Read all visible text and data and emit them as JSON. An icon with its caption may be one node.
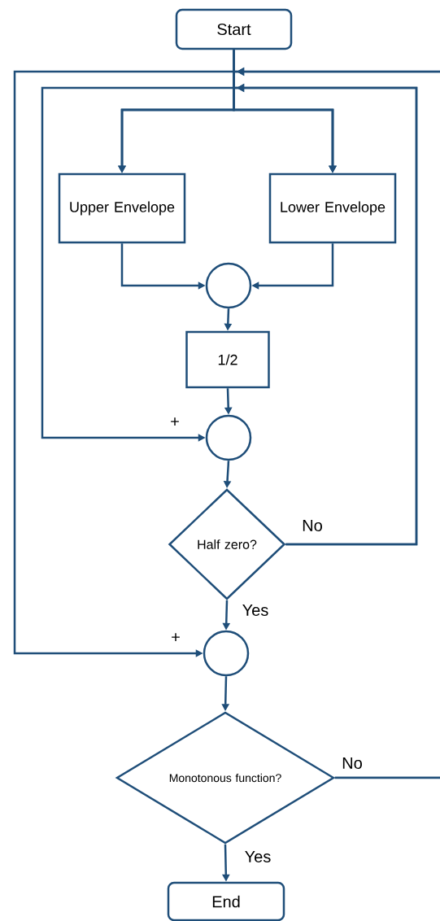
{
  "diagram": {
    "nodes": [
      {
        "text": [
          "Start"
        ]
      },
      {
        "text": [
          "Upper Envelope"
        ]
      },
      {
        "text": [
          "Lower Envelope"
        ]
      },
      {
        "text": [],
        "shape": "circle"
      },
      {
        "text": [
          "1/2"
        ]
      },
      {
        "text": [],
        "shape": "circle"
      },
      {
        "text": [
          "Half zero?"
        ]
      },
      {
        "text": [],
        "shape": "circle"
      },
      {
        "text": [
          "Monotonous function?"
        ]
      },
      {
        "text": [
          "End"
        ]
      }
    ],
    "edges": [
      {
        "from": 0,
        "to": 1,
        "arrow": "to"
      },
      {
        "from": 0,
        "to": 2,
        "arrow": "to"
      },
      {
        "from": 0,
        "to": 7,
        "arrow": "to",
        "label": "+"
      },
      {
        "from": 0,
        "to": 5,
        "arrow": "to",
        "label": "+"
      },
      {
        "from": 1,
        "to": 3,
        "arrow": "to"
      },
      {
        "from": 2,
        "to": 3,
        "arrow": "to"
      },
      {
        "from": 3,
        "to": 4,
        "arrow": "to"
      },
      {
        "from": 4,
        "to": 5,
        "arrow": "to"
      },
      {
        "from": 5,
        "to": 6,
        "arrow": "to"
      },
      {
        "from": 6,
        "to": 7,
        "arrow": "to",
        "label": "Yes"
      },
      {
        "from": 7,
        "to": 8,
        "arrow": "to"
      },
      {
        "from": 8,
        "to": 9,
        "arrow": "to",
        "label": "Yes"
      },
      {
        "from": 6,
        "to": 1,
        "arrow": "to",
        "label": "No"
      },
      {
        "from": 6,
        "to": 2,
        "arrow": "to"
      },
      {
        "from": 8,
        "to": 1,
        "arrow": "to",
        "label": "No"
      },
      {
        "from": 8,
        "to": 2,
        "arrow": "to"
      }
    ]
  }
}
